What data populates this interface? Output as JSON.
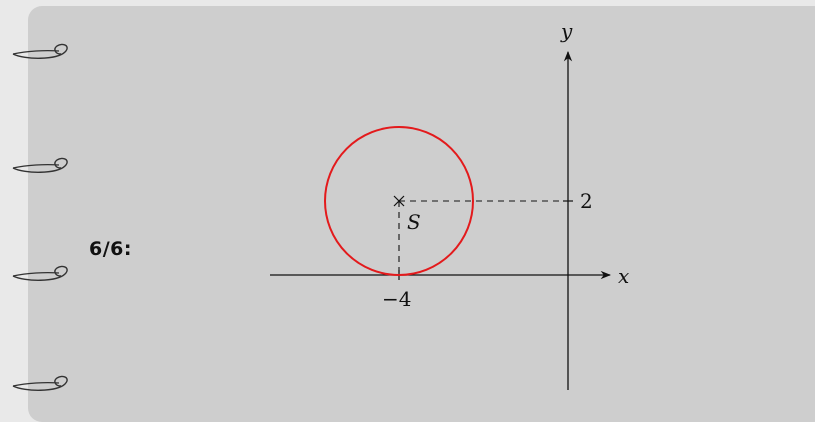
{
  "slide_counter": "6/6:",
  "diagram": {
    "x_axis_label": "x",
    "y_axis_label": "y",
    "center_label": "S",
    "center_x_tick": "−4",
    "center_y_tick": "2",
    "center": [
      -4,
      2
    ],
    "circle_color": "#e31a1c",
    "axis_color": "#111111"
  },
  "binding_rings": {
    "count": 4,
    "icon": "spiral-binding-ring-icon"
  }
}
